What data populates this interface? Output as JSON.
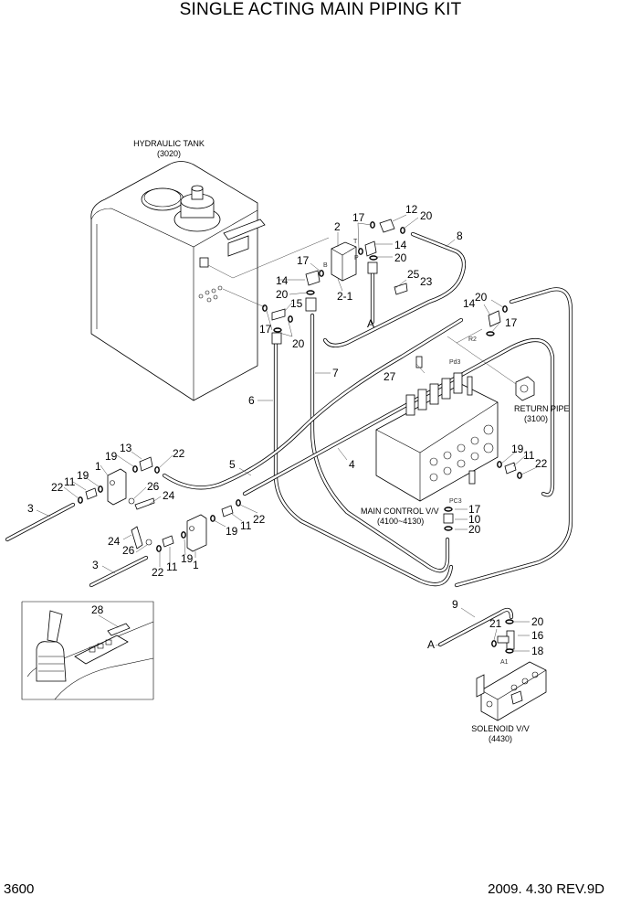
{
  "page": {
    "title": "SINGLE ACTING MAIN PIPING KIT",
    "page_number": "3600",
    "revision": "2009. 4.30 REV.9D"
  },
  "components": {
    "hydraulic_tank": {
      "name": "HYDRAULIC TANK",
      "ref": "(3020)"
    },
    "return_pipe": {
      "name": "RETURN PIPE",
      "ref": "(3100)"
    },
    "main_control_valve": {
      "name": "MAIN CONTROL V/V",
      "ref": "(4100~4130)"
    },
    "solenoid_valve": {
      "name": "SOLENOID V/V",
      "ref": "(4430)"
    }
  },
  "port_labels": {
    "t": "T",
    "p": "P",
    "b": "B",
    "r2": "R2",
    "pd3": "Pd3",
    "pc3": "PC3",
    "a1": "A1",
    "a_top": "A",
    "a_bottom": "A"
  },
  "callouts": [
    {
      "id": "c2",
      "label": "2"
    },
    {
      "id": "c17a",
      "label": "17"
    },
    {
      "id": "c12",
      "label": "12"
    },
    {
      "id": "c20a",
      "label": "20"
    },
    {
      "id": "c14a",
      "label": "14"
    },
    {
      "id": "c20b",
      "label": "20"
    },
    {
      "id": "c8",
      "label": "8"
    },
    {
      "id": "c17b",
      "label": "17"
    },
    {
      "id": "c14b",
      "label": "14"
    },
    {
      "id": "c20c",
      "label": "20"
    },
    {
      "id": "c15",
      "label": "15"
    },
    {
      "id": "c2_1",
      "label": "2-1"
    },
    {
      "id": "c25",
      "label": "25"
    },
    {
      "id": "c23",
      "label": "23"
    },
    {
      "id": "c17c",
      "label": "17"
    },
    {
      "id": "c20d",
      "label": "20"
    },
    {
      "id": "c7",
      "label": "7"
    },
    {
      "id": "c6",
      "label": "6"
    },
    {
      "id": "c14c",
      "label": "14"
    },
    {
      "id": "c20e",
      "label": "20"
    },
    {
      "id": "c17d",
      "label": "17"
    },
    {
      "id": "c27",
      "label": "27"
    },
    {
      "id": "c4",
      "label": "4"
    },
    {
      "id": "c5",
      "label": "5"
    },
    {
      "id": "c13",
      "label": "13"
    },
    {
      "id": "c19a",
      "label": "19"
    },
    {
      "id": "c1a",
      "label": "1"
    },
    {
      "id": "c22a",
      "label": "22"
    },
    {
      "id": "c19b",
      "label": "19"
    },
    {
      "id": "c11a",
      "label": "11"
    },
    {
      "id": "c22b",
      "label": "22"
    },
    {
      "id": "c26a",
      "label": "26"
    },
    {
      "id": "c24a",
      "label": "24"
    },
    {
      "id": "c3a",
      "label": "3"
    },
    {
      "id": "c22c",
      "label": "22"
    },
    {
      "id": "c11b",
      "label": "11"
    },
    {
      "id": "c19c",
      "label": "19"
    },
    {
      "id": "c24b",
      "label": "24"
    },
    {
      "id": "c26b",
      "label": "26"
    },
    {
      "id": "c3b",
      "label": "3"
    },
    {
      "id": "c22d",
      "label": "22"
    },
    {
      "id": "c11c",
      "label": "11"
    },
    {
      "id": "c19d",
      "label": "19"
    },
    {
      "id": "c1b",
      "label": "1"
    },
    {
      "id": "c19e",
      "label": "19"
    },
    {
      "id": "c11d",
      "label": "11"
    },
    {
      "id": "c22e",
      "label": "22"
    },
    {
      "id": "c17e",
      "label": "17"
    },
    {
      "id": "c10",
      "label": "10"
    },
    {
      "id": "c20f",
      "label": "20"
    },
    {
      "id": "c28",
      "label": "28"
    },
    {
      "id": "c9",
      "label": "9"
    },
    {
      "id": "c21",
      "label": "21"
    },
    {
      "id": "c20g",
      "label": "20"
    },
    {
      "id": "c16",
      "label": "16"
    },
    {
      "id": "c18",
      "label": "18"
    }
  ]
}
